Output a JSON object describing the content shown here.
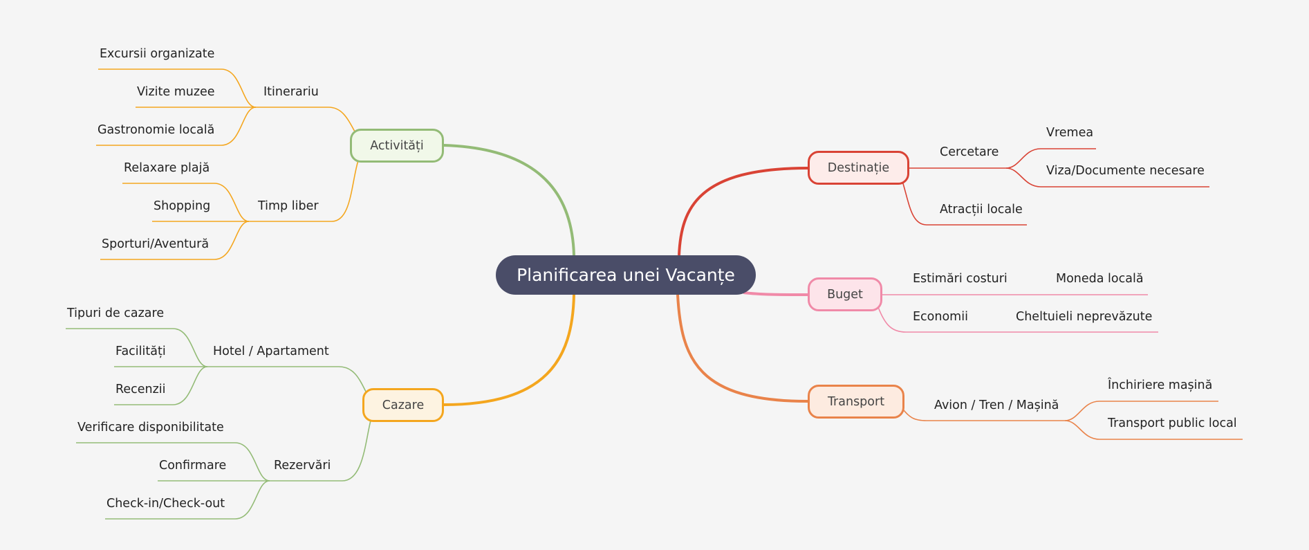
{
  "root": {
    "label": "Planificarea unei Vacanțe"
  },
  "colors": {
    "background": "#f5f5f5",
    "root_fill": "#4a4d68",
    "activitati": "#93bb76",
    "itinerariu_lines": "#f4a61e",
    "cazare": "#f4a61e",
    "cazare_lines": "#93bb76",
    "destinatie": "#d94335",
    "buget": "#f08aa8",
    "transport": "#e9834a"
  },
  "branches": {
    "activitati": {
      "label": "Activități",
      "itinerariu": {
        "label": "Itinerariu",
        "leaves": [
          "Excursii organizate",
          "Vizite muzee",
          "Gastronomie locală"
        ]
      },
      "timp_liber": {
        "label": "Timp liber",
        "leaves": [
          "Relaxare plajă",
          "Shopping",
          "Sporturi/Aventură"
        ]
      }
    },
    "cazare": {
      "label": "Cazare",
      "hotel": {
        "label": "Hotel / Apartament",
        "leaves": [
          "Tipuri de cazare",
          "Facilități",
          "Recenzii"
        ]
      },
      "rezervari": {
        "label": "Rezervări",
        "leaves": [
          "Verificare disponibilitate",
          "Confirmare",
          "Check-in/Check-out"
        ]
      }
    },
    "destinatie": {
      "label": "Destinație",
      "cercetare": {
        "label": "Cercetare",
        "leaves": [
          "Vremea",
          "Viza/Documente necesare"
        ]
      },
      "atractii": {
        "label": "Atracții locale"
      }
    },
    "buget": {
      "label": "Buget",
      "estimari": {
        "label": "Estimări costuri",
        "leaves": [
          "Moneda locală"
        ]
      },
      "economii": {
        "label": "Economii",
        "leaves": [
          "Cheltuieli neprevăzute"
        ]
      }
    },
    "transport": {
      "label": "Transport",
      "avion": {
        "label": "Avion / Tren / Mașină",
        "leaves": [
          "Închiriere mașină",
          "Transport public local"
        ]
      }
    }
  }
}
